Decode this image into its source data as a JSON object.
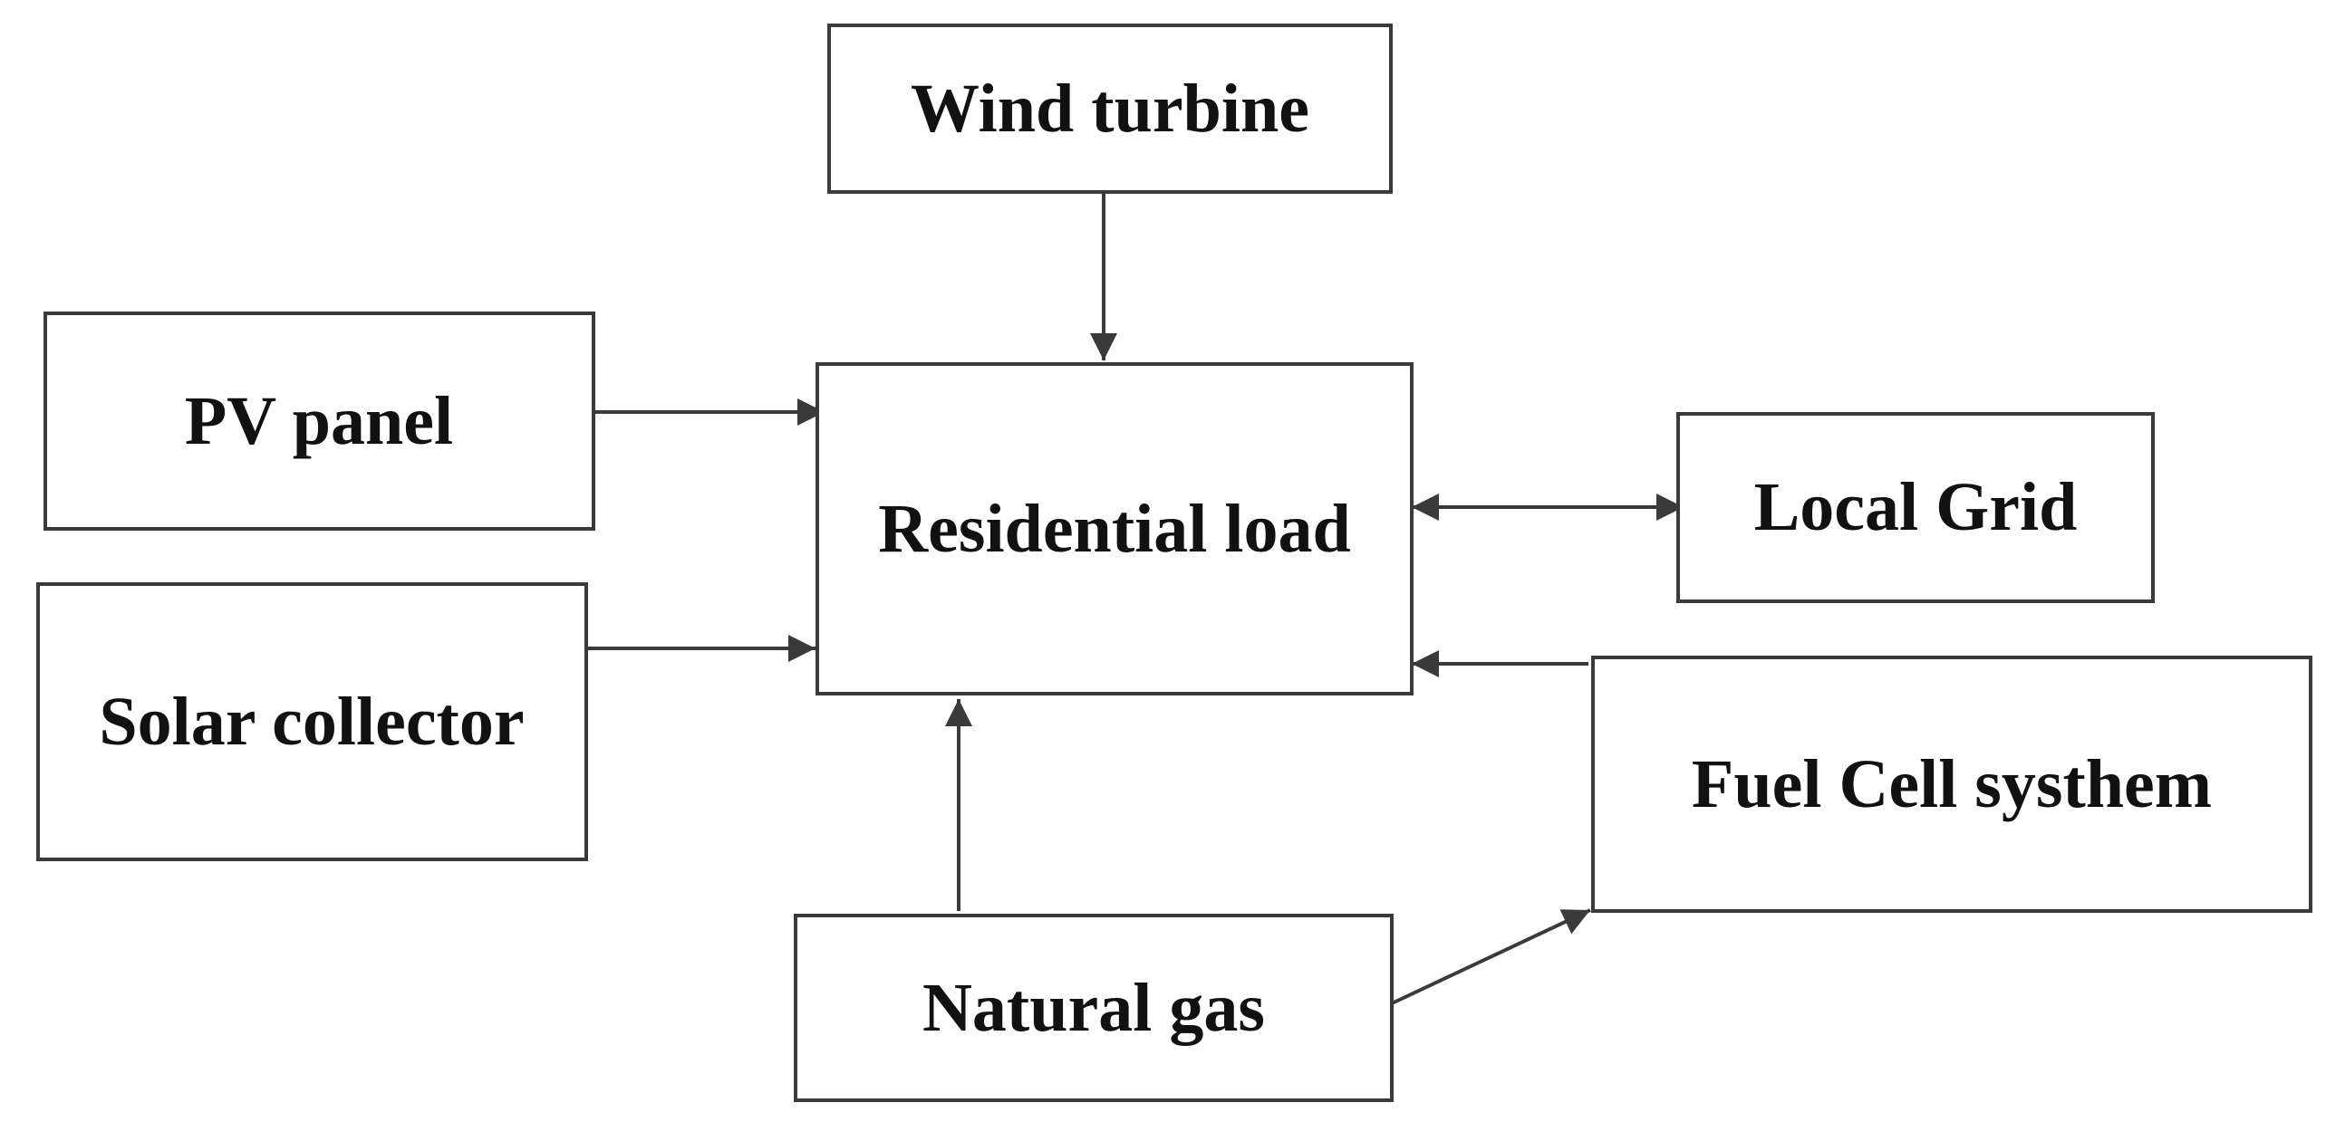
{
  "nodes": {
    "wind_turbine": "Wind turbine",
    "pv_panel": "PV panel",
    "solar_collector": "Solar collector",
    "residential_load": "Residential load",
    "local_grid": "Local Grid",
    "fuel_cell": "Fuel Cell systhem",
    "natural_gas": "Natural gas"
  },
  "edges": [
    {
      "from": "wind_turbine",
      "to": "residential_load",
      "direction": "forward"
    },
    {
      "from": "pv_panel",
      "to": "residential_load",
      "direction": "forward"
    },
    {
      "from": "solar_collector",
      "to": "residential_load",
      "direction": "forward"
    },
    {
      "from": "residential_load",
      "to": "local_grid",
      "direction": "bidirectional"
    },
    {
      "from": "fuel_cell",
      "to": "residential_load",
      "direction": "forward"
    },
    {
      "from": "natural_gas",
      "to": "residential_load",
      "direction": "forward"
    },
    {
      "from": "natural_gas",
      "to": "fuel_cell",
      "direction": "forward"
    }
  ],
  "colors": {
    "stroke": "#3a3a3a",
    "text": "#111111",
    "background": "#ffffff"
  }
}
